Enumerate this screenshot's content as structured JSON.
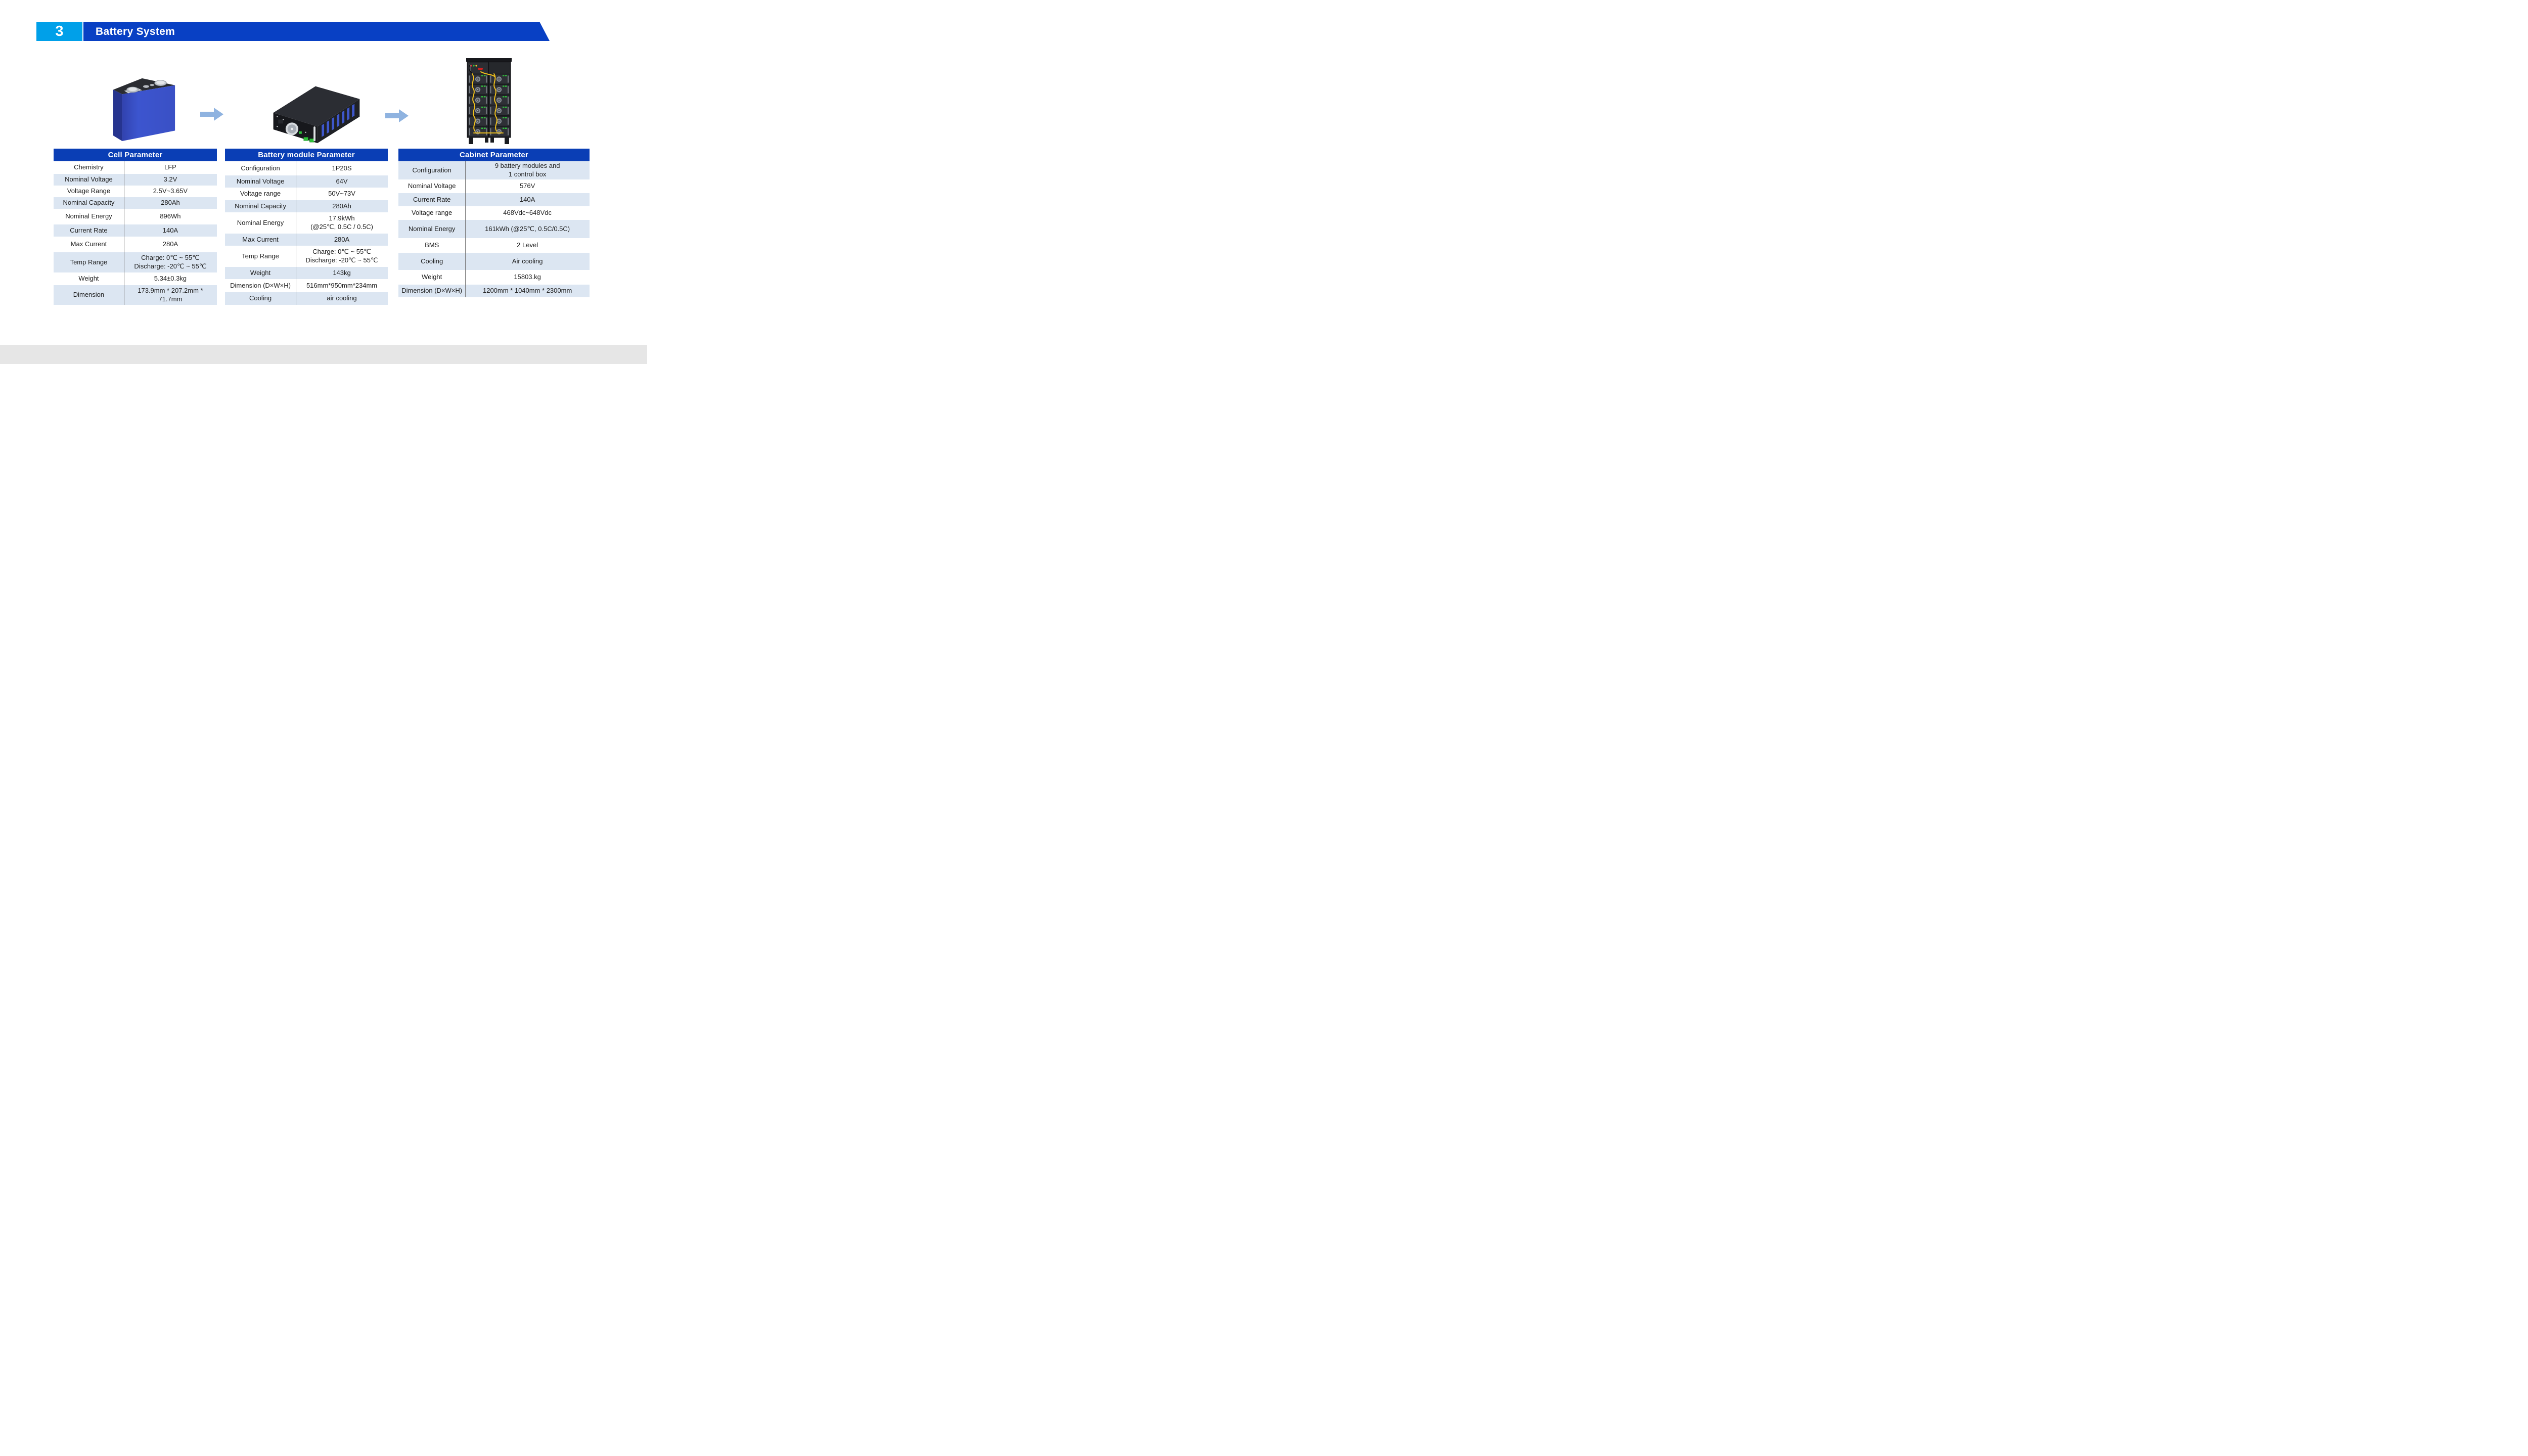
{
  "header": {
    "section_number": "3",
    "title": "Battery System"
  },
  "icons": {
    "flow_arrow": "right-arrow-icon"
  },
  "colors": {
    "banner_blue": "#0840c4",
    "accent_cyan": "#00a0e9",
    "table_header_blue": "#0a3eb5",
    "row_light_blue": "#dce6f2",
    "arrow_blue": "#8fb3e0",
    "footer_gray": "#e6e6e6",
    "cell_body_blue": "#3b52c9"
  },
  "tables": [
    {
      "title": "Cell Parameter",
      "rows": [
        {
          "label": "Chemistry",
          "value": "LFP"
        },
        {
          "label": "Nominal Voltage",
          "value": "3.2V"
        },
        {
          "label": "Voltage Range",
          "value": "2.5V~3.65V"
        },
        {
          "label": "Nominal Capacity",
          "value": "280Ah"
        },
        {
          "label": "Nominal Energy",
          "value": "896Wh"
        },
        {
          "label": "Current Rate",
          "value": "140A"
        },
        {
          "label": "Max Current",
          "value": "280A"
        },
        {
          "label": "Temp Range",
          "value": "Charge: 0℃ ~ 55℃\nDischarge: -20℃ ~ 55℃"
        },
        {
          "label": "Weight",
          "value": "5.34±0.3kg"
        },
        {
          "label": "Dimension",
          "value": "173.9mm * 207.2mm *\n71.7mm"
        }
      ]
    },
    {
      "title": "Battery module Parameter",
      "rows": [
        {
          "label": "Configuration",
          "value": "1P20S"
        },
        {
          "label": "Nominal Voltage",
          "value": "64V"
        },
        {
          "label": "Voltage range",
          "value": "50V~73V"
        },
        {
          "label": "Nominal Capacity",
          "value": "280Ah"
        },
        {
          "label": "Nominal Energy",
          "value": "17.9kWh\n(@25℃, 0.5C / 0.5C)"
        },
        {
          "label": "Max Current",
          "value": "280A"
        },
        {
          "label": "Temp Range",
          "value": "Charge: 0℃ ~ 55℃\nDischarge: -20℃ ~ 55℃"
        },
        {
          "label": "Weight",
          "value": "143kg"
        },
        {
          "label": "Dimension (D×W×H)",
          "value": "516mm*950mm*234mm"
        },
        {
          "label": "Cooling",
          "value": "air cooling"
        }
      ]
    },
    {
      "title": "Cabinet Parameter",
      "rows": [
        {
          "label": "Configuration",
          "value": "9 battery modules and\n1 control box"
        },
        {
          "label": "Nominal Voltage",
          "value": "576V"
        },
        {
          "label": "Current Rate",
          "value": "140A"
        },
        {
          "label": "Voltage range",
          "value": "468Vdc~648Vdc"
        },
        {
          "label": "Nominal Energy",
          "value": "161kWh (@25℃, 0.5C/0.5C)"
        },
        {
          "label": "BMS",
          "value": "2 Level"
        },
        {
          "label": "Cooling",
          "value": "Air cooling"
        },
        {
          "label": "Weight",
          "value": "15803.kg"
        },
        {
          "label": "Dimension (D×W×H)",
          "value": "1200mm * 1040mm * 2300mm"
        }
      ]
    }
  ]
}
